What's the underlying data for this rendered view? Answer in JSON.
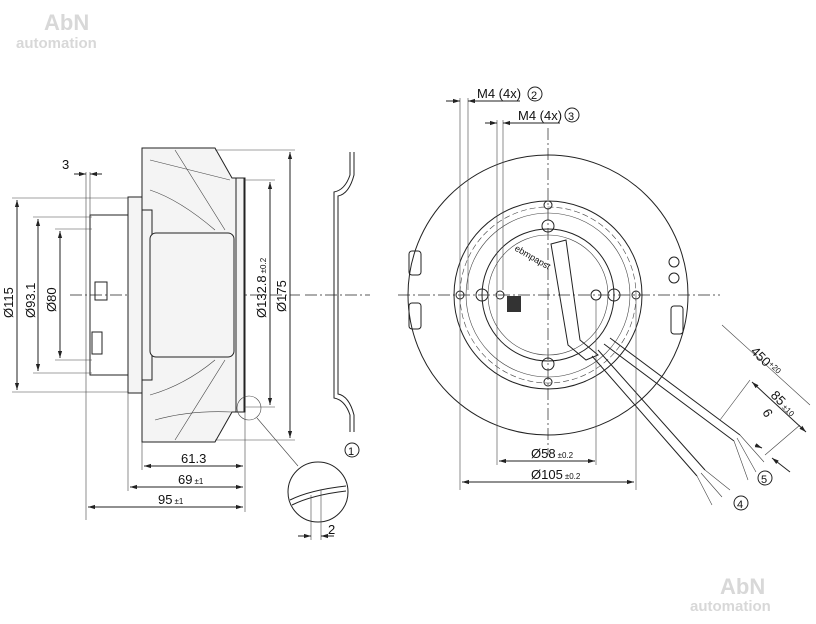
{
  "watermark": {
    "line1": "AbN",
    "line2": "automation"
  },
  "side_view": {
    "dim_3": "3",
    "dia_115": "Ø115",
    "dia_93_1": "Ø93.1",
    "dia_80": "Ø80",
    "dia_132_8": "Ø132.8",
    "dia_132_8_tol": "±0.2",
    "dia_175": "Ø175",
    "len_61_3": "61.3",
    "len_69": "69",
    "len_69_tol": "±1",
    "len_95": "95",
    "len_95_tol": "±1"
  },
  "bracket": {
    "callout_1": "1"
  },
  "detail": {
    "dim_2": "2"
  },
  "front_view": {
    "thread_a": "M4 (4x)",
    "callout_2": "2",
    "thread_b": "M4 (4x)",
    "callout_3": "3",
    "dia_58": "Ø58",
    "dia_58_tol": "±0.2",
    "dia_105": "Ø105",
    "dia_105_tol": "±0.2",
    "cable_450": "450",
    "cable_450_tol": "+20",
    "cable_85": "85",
    "cable_85_tol": "±10",
    "cable_6": "6",
    "callout_4": "4",
    "callout_5": "5",
    "brand_mark": "ebmpapst"
  }
}
